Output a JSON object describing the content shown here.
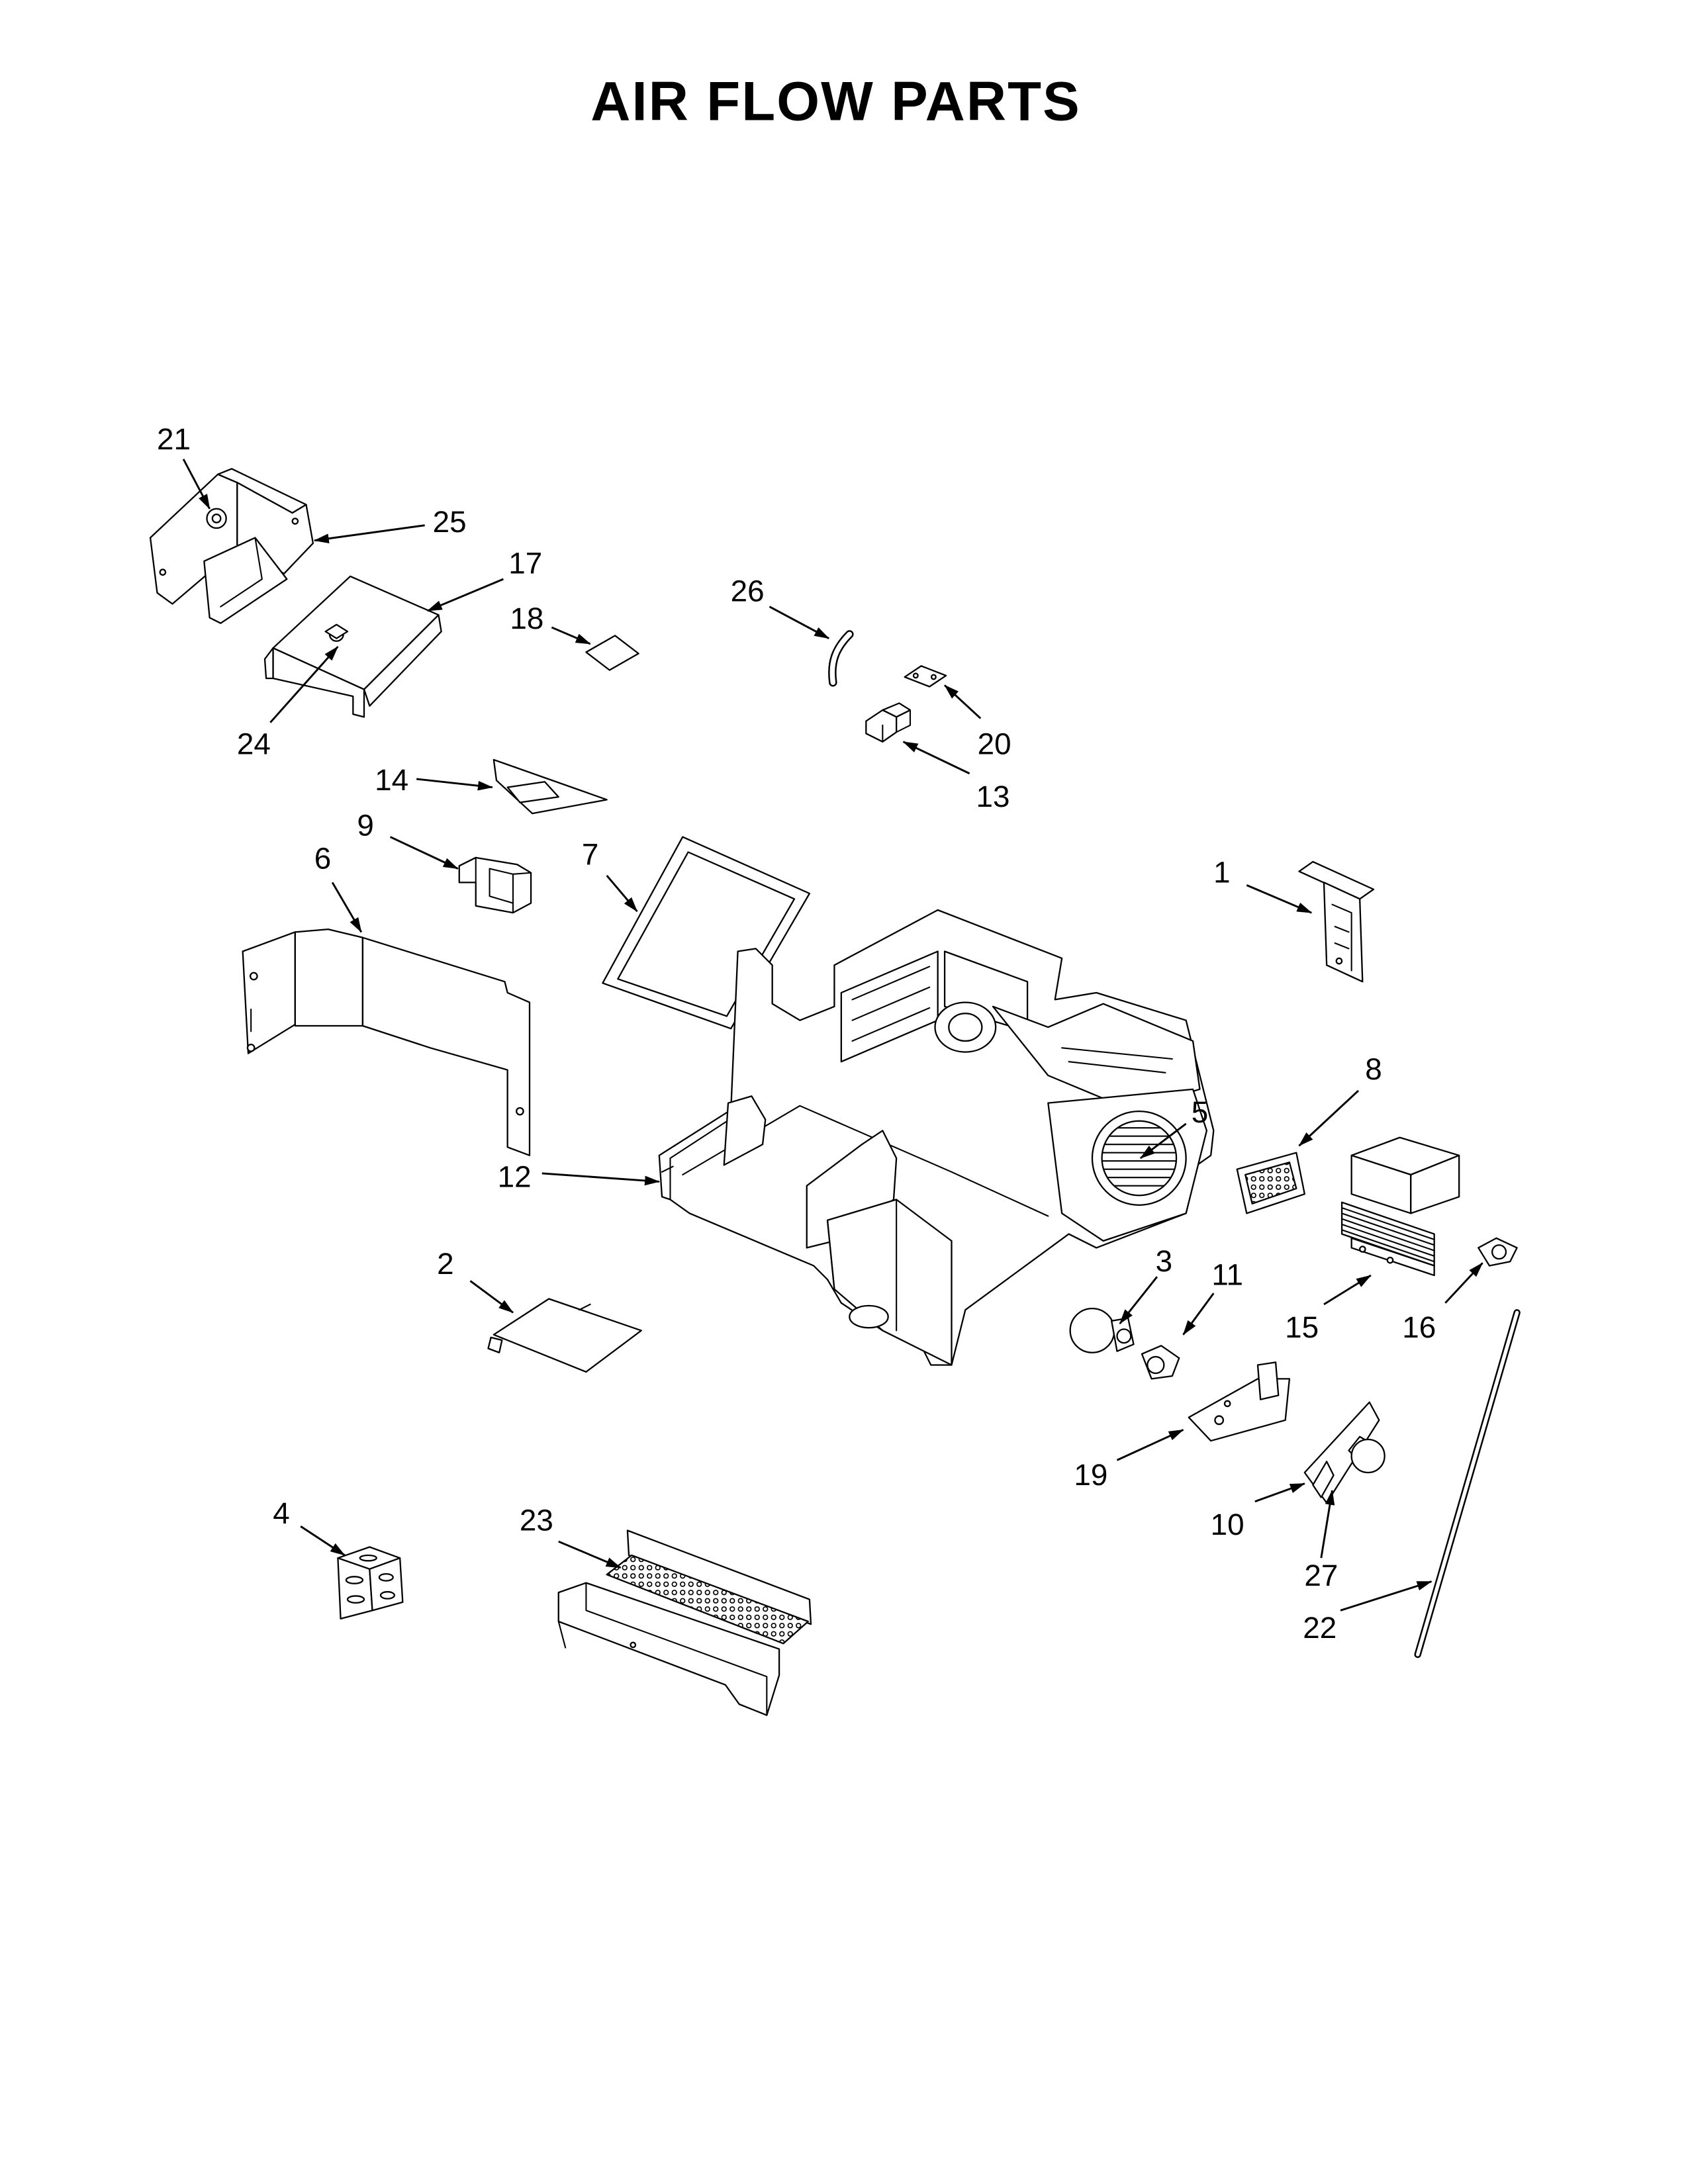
{
  "title": "AIR FLOW PARTS",
  "callouts": [
    "21",
    "25",
    "17",
    "18",
    "24",
    "26",
    "20",
    "13",
    "14",
    "9",
    "6",
    "7",
    "1",
    "8",
    "5",
    "12",
    "2",
    "3",
    "11",
    "15",
    "16",
    "19",
    "10",
    "27",
    "22",
    "4",
    "23"
  ],
  "colors": {
    "ink": "#000000",
    "background": "#ffffff"
  }
}
